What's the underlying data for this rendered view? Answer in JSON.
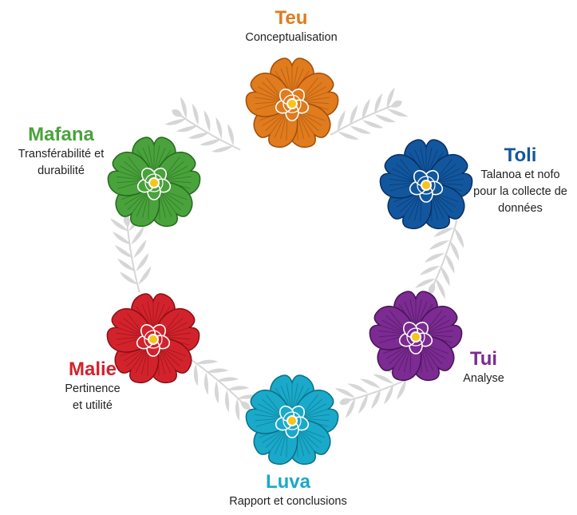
{
  "stages": [
    {
      "id": "teu",
      "title": "Teu",
      "description": "Conceptualisation",
      "color": "#e07b1e",
      "dark": "#a04e0a",
      "ring": "#f4c08a"
    },
    {
      "id": "toli",
      "title": "Toli",
      "description": "Talanoa et nofo\npour la collecte de\ndonnées",
      "color": "#12579e",
      "dark": "#072f63",
      "ring": "#7fb3e6"
    },
    {
      "id": "tui",
      "title": "Tui",
      "description": "Analyse",
      "color": "#7b2b91",
      "dark": "#481356",
      "ring": "#cf9be0"
    },
    {
      "id": "luva",
      "title": "Luva",
      "description": "Rapport et conclusions",
      "color": "#1aa9c9",
      "dark": "#0a6f86",
      "ring": "#9fe3f2"
    },
    {
      "id": "malie",
      "title": "Malie",
      "description": "Pertinence\net utilité",
      "color": "#d2232c",
      "dark": "#8a0f15",
      "ring": "#f59aa0"
    },
    {
      "id": "mafana",
      "title": "Mafana",
      "description": "Transférabilité et\ndurabilité",
      "color": "#4aa23c",
      "dark": "#236b1b",
      "ring": "#b5e0a8"
    }
  ],
  "leaf_color": "#d6d6d6"
}
